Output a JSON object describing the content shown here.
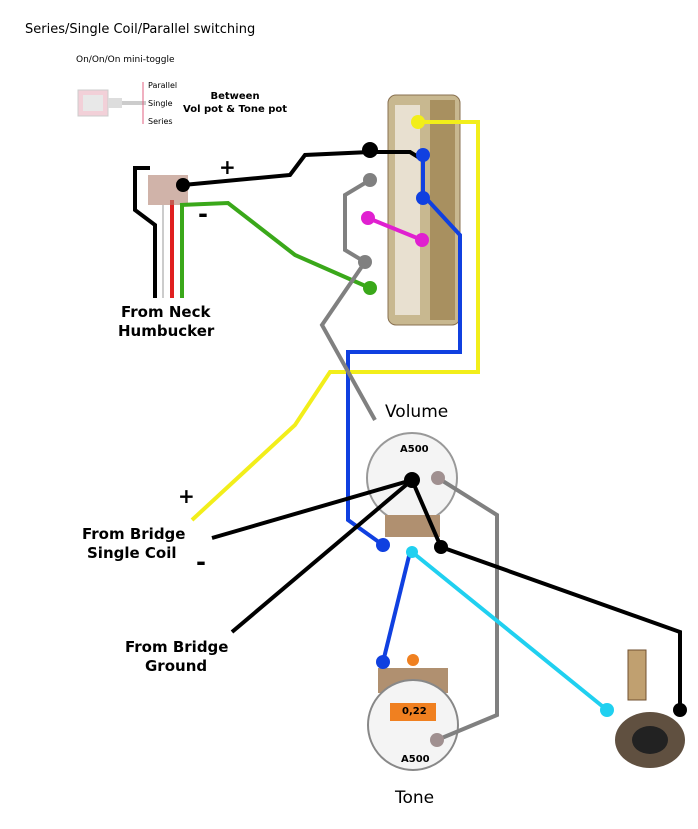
{
  "title": "Series/Single Coil/Parallel switching",
  "toggle": {
    "label": "On/On/On mini-toggle",
    "positions": [
      "Parallel",
      "Single",
      "Series"
    ],
    "location": "Between\nVol pot & Tone pot"
  },
  "neck": {
    "label_line1": "From Neck",
    "label_line2": "Humbucker",
    "plus": "+",
    "minus": "-"
  },
  "bridge_single": {
    "label_line1": "From Bridge",
    "label_line2": "Single Coil",
    "plus": "+",
    "minus": "-"
  },
  "bridge_ground": {
    "label_line1": "From Bridge",
    "label_line2": "Ground"
  },
  "volume": {
    "label": "Volume",
    "pot_value": "A500"
  },
  "tone": {
    "label": "Tone",
    "pot_value": "A500",
    "cap_value": "0,22"
  },
  "colors": {
    "yellow": "#f2ee1a",
    "blue": "#1040e0",
    "black": "#000000",
    "grey": "#808080",
    "green": "#3aa81a",
    "magenta": "#e020d0",
    "cyan": "#20d0f0",
    "red": "#e02020"
  }
}
